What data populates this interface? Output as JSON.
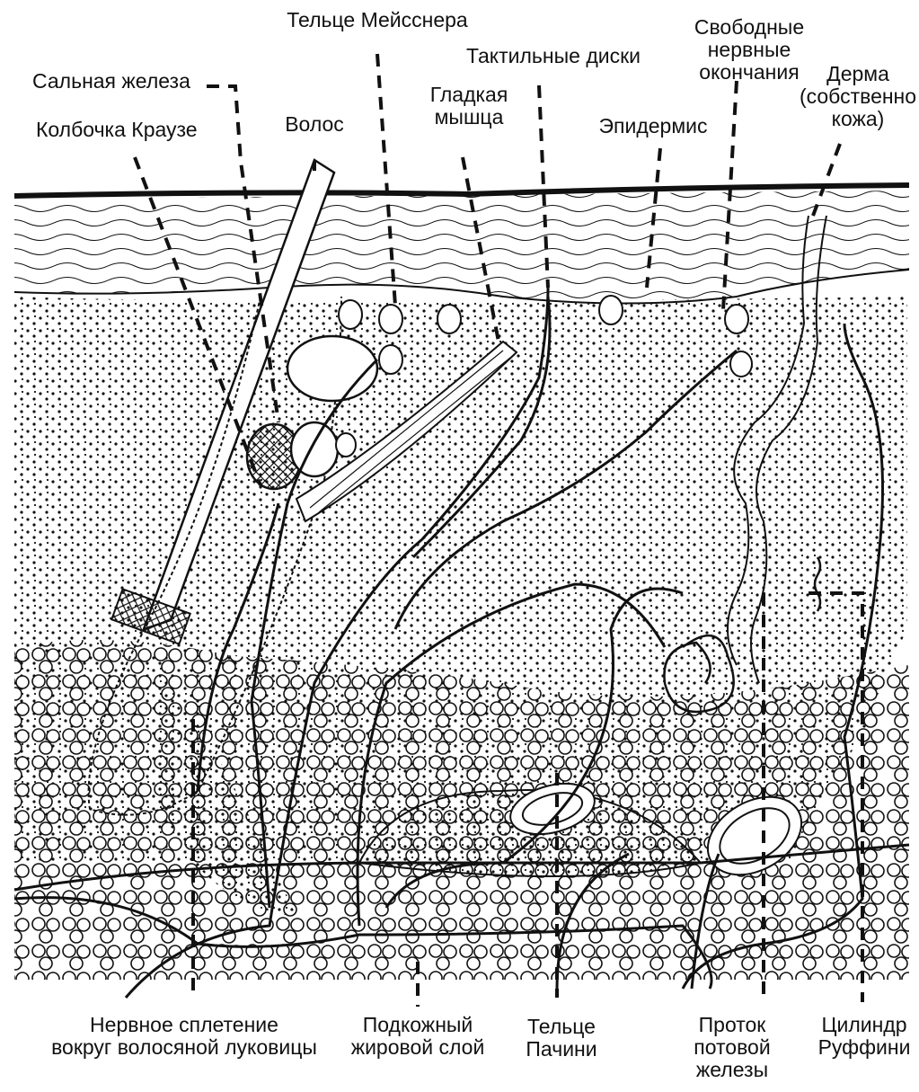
{
  "diagram": {
    "labels_top": {
      "meissner": "Тельце Мейсснера",
      "sebaceous": "Сальная железа",
      "tactile": "Тактильные диски",
      "free_endings": "Свободные нервные\nокончания",
      "krause": "Колбочка Краузе",
      "hair": "Волос",
      "smooth_muscle": "Гладкая\nмышца",
      "epidermis": "Эпидермис",
      "dermis": "Дерма\n(собственно\nкожа)"
    },
    "labels_bottom": {
      "hair_plexus": "Нервное сплетение\nвокруг волосяной луковицы",
      "subcutaneous": "Подкожный\nжировой слой",
      "pacini": "Тельце\nПачини",
      "sweat_duct": "Проток\nпотовой\nжелезы",
      "ruffini": "Цилиндр\nРуффини"
    },
    "colors": {
      "ink": "#111111",
      "paper": "#ffffff"
    }
  }
}
